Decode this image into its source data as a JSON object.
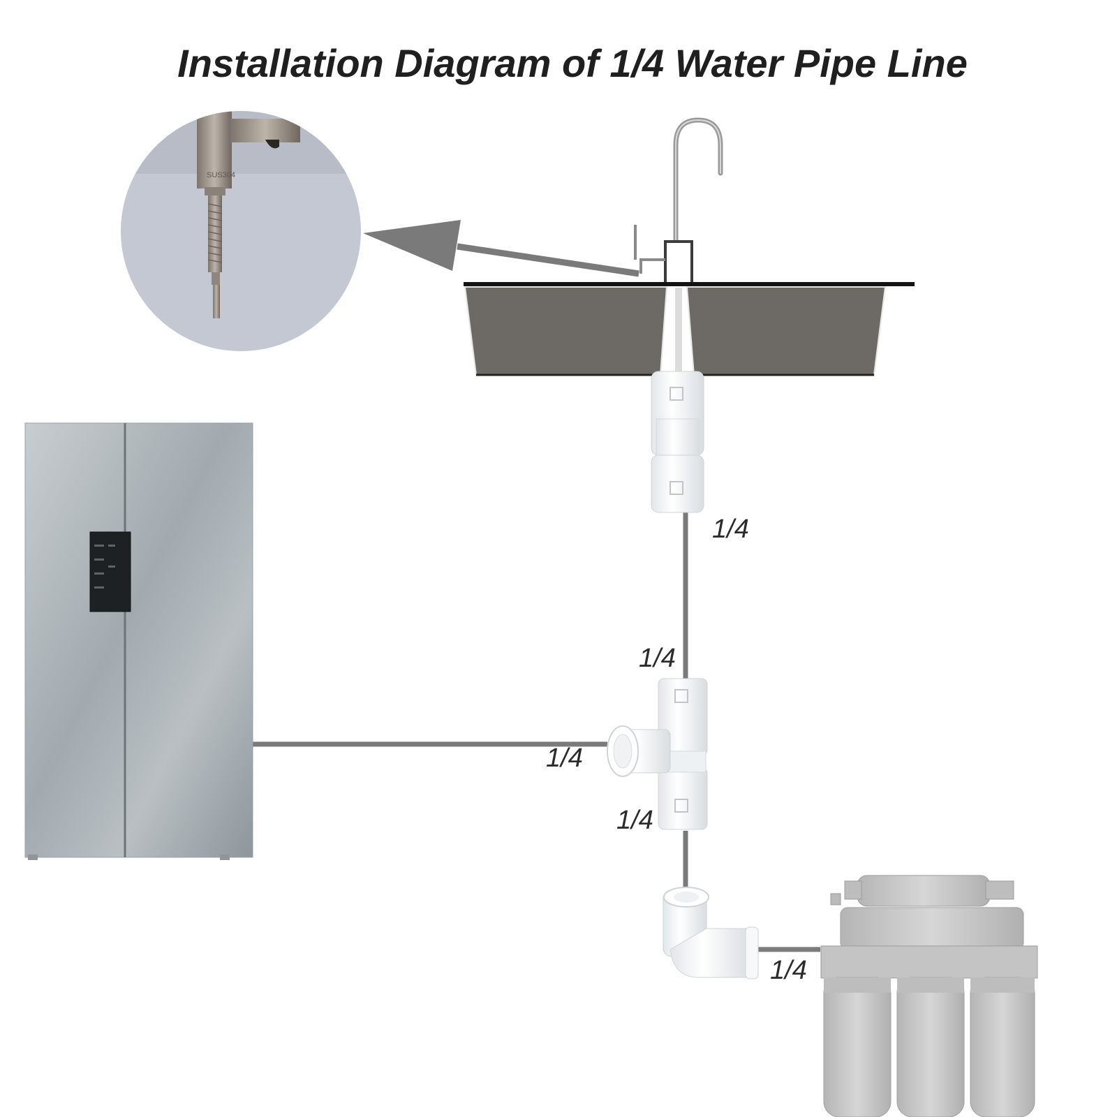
{
  "title": "Installation Diagram of 1/4 Water Pipe Line",
  "pipe_size_labels": [
    "1/4",
    "1/4",
    "1/4",
    "1/4",
    "1/4"
  ],
  "faucet_stamp": "SUS304",
  "colors": {
    "title_text": "#1f1f1f",
    "label_text": "#2b2b2b",
    "pipe": "#7a7a7a",
    "sink": "#6d6a66",
    "fitting": "#f4f6f7",
    "fridge": "#a9b0b4",
    "filter": "#c9c9c9",
    "inset_bg": "#c3c8d2",
    "arrow": "#7a7a7a"
  },
  "components": {
    "detail_inset": "faucet-thread-detail",
    "faucet": "gooseneck-faucet",
    "sink": "double-bowl-sink",
    "fridge": "side-by-side-refrigerator",
    "union": "straight-union-connector",
    "tee": "tee-connector",
    "elbow": "elbow-connector",
    "filter": "ro-filter-system"
  }
}
